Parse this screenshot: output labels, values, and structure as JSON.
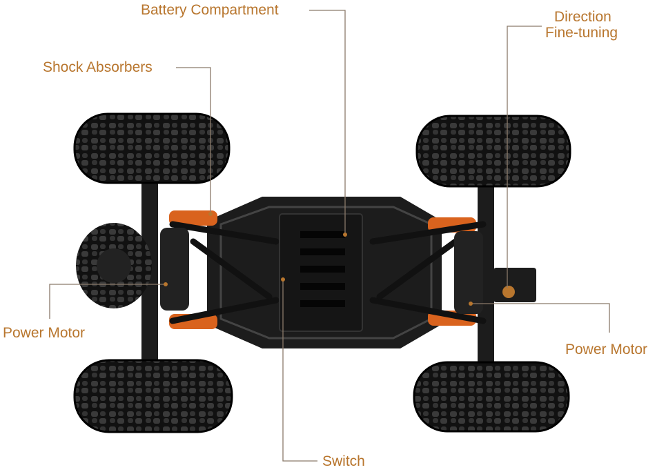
{
  "labels": {
    "battery": "Battery Compartment",
    "shock": "Shock Absorbers",
    "direction_line1": "Direction",
    "direction_line2": "Fine-tuning",
    "power_motor_left": "Power Motor",
    "power_motor_right": "Power Motor",
    "switch": "Switch"
  },
  "colors": {
    "label": "#b8762e",
    "leader": "#8a7a6a",
    "chassis": "#1c1c1c",
    "accent": "#d9631e"
  }
}
